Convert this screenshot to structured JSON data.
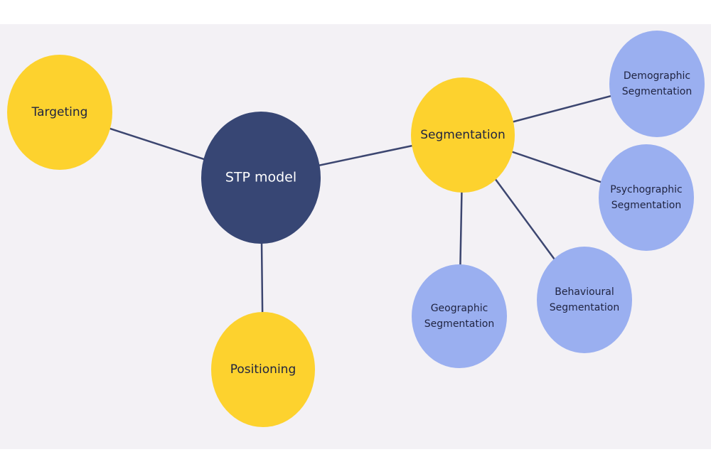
{
  "diagram": {
    "title": "STP model mind map",
    "colors": {
      "background": "#f3f1f5",
      "center": "#374674",
      "primary": "#fdd22e",
      "secondary": "#9aaff0",
      "edge": "#3c4670",
      "text_dark": "#1f2340",
      "text_light": "#ffffff"
    },
    "nodes": [
      {
        "id": "stp",
        "lines": [
          "STP model"
        ],
        "kind": "center"
      },
      {
        "id": "targeting",
        "lines": [
          "Targeting"
        ],
        "kind": "primary"
      },
      {
        "id": "positioning",
        "lines": [
          "Positioning"
        ],
        "kind": "primary"
      },
      {
        "id": "segmentation",
        "lines": [
          "Segmentation"
        ],
        "kind": "primary"
      },
      {
        "id": "demographic",
        "lines": [
          "Demographic",
          "Segmentation"
        ],
        "kind": "secondary"
      },
      {
        "id": "psychographic",
        "lines": [
          "Psychographic",
          "Segmentation"
        ],
        "kind": "secondary"
      },
      {
        "id": "behavioural",
        "lines": [
          "Behavioural",
          "Segmentation"
        ],
        "kind": "secondary"
      },
      {
        "id": "geographic",
        "lines": [
          "Geographic",
          "Segmentation"
        ],
        "kind": "secondary"
      }
    ],
    "edges": [
      {
        "from": "stp",
        "to": "targeting"
      },
      {
        "from": "stp",
        "to": "positioning"
      },
      {
        "from": "stp",
        "to": "segmentation"
      },
      {
        "from": "segmentation",
        "to": "demographic"
      },
      {
        "from": "segmentation",
        "to": "psychographic"
      },
      {
        "from": "segmentation",
        "to": "behavioural"
      },
      {
        "from": "segmentation",
        "to": "geographic"
      }
    ]
  }
}
